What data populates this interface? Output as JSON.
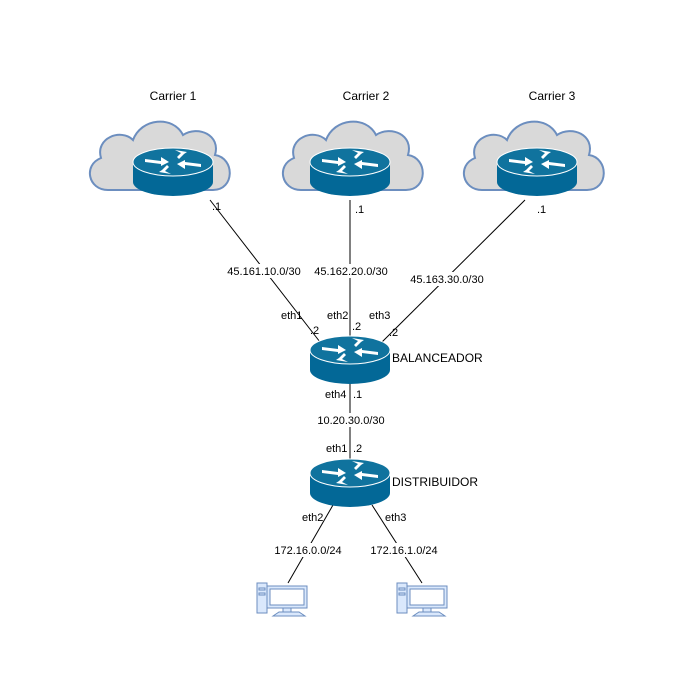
{
  "carriers": [
    {
      "label": "Carrier 1",
      "address": ".1",
      "network": "45.161.10.0/30"
    },
    {
      "label": "Carrier 2",
      "address": ".1",
      "network": "45.162.20.0/30"
    },
    {
      "label": "Carrier 3",
      "address": ".1",
      "network": "45.163.30.0/30"
    }
  ],
  "balanceador": {
    "label": "BALANCEADOR",
    "interfaces": [
      {
        "name": "eth1",
        "address": ".2"
      },
      {
        "name": "eth2",
        "address": ".2"
      },
      {
        "name": "eth3",
        "address": ".2"
      },
      {
        "name": "eth4",
        "address": ".1"
      }
    ]
  },
  "uplink": {
    "network": "10.20.30.0/30"
  },
  "distribuidor": {
    "label": "DISTRIBUIDOR",
    "interfaces": [
      {
        "name": "eth1",
        "address": ".2"
      },
      {
        "name": "eth2"
      },
      {
        "name": "eth3"
      }
    ]
  },
  "lans": [
    {
      "network": "172.16.0.0/24"
    },
    {
      "network": "172.16.1.0/24"
    }
  ]
}
